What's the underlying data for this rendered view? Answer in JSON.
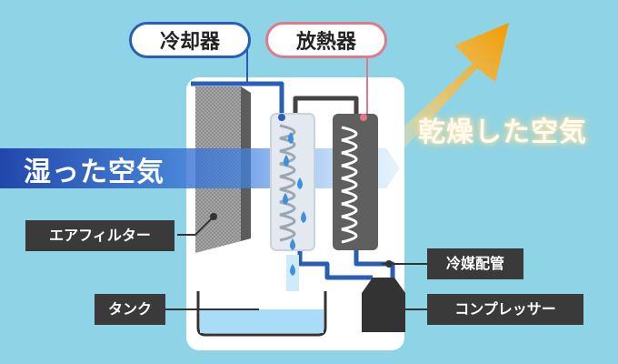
{
  "labels": {
    "cooler": "冷却器",
    "radiator": "放熱器",
    "humid_air": "湿った空気",
    "dry_air": "乾燥した空気",
    "air_filter": "エアフィルター",
    "tank": "タンク",
    "refrigerant_pipe": "冷媒配管",
    "compressor": "コンプレッサー"
  },
  "colors": {
    "background": "#8fd4e6",
    "cooler_outline": "#2a5db8",
    "radiator_outline": "#e07a8a",
    "pipe": "#2a5db8",
    "water": "#3d8fe0",
    "warm_arrow": "#f5a000"
  }
}
